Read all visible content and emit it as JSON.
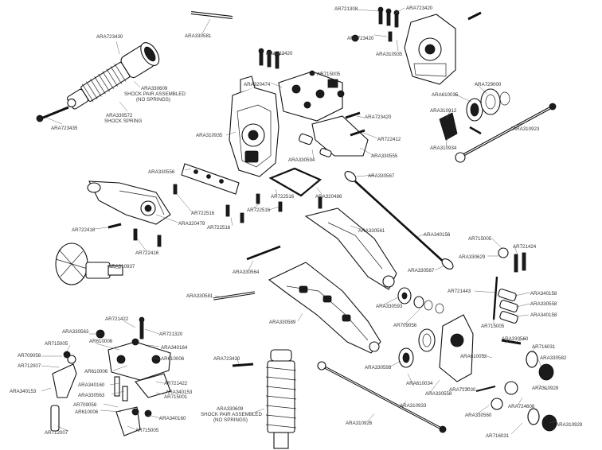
{
  "diagram": {
    "labels": [
      {
        "id": "l01",
        "text": "ARA330581"
      },
      {
        "id": "l02",
        "text": "ARA723430"
      },
      {
        "id": "l03",
        "text": "ARA330609"
      },
      {
        "id": "l04",
        "text": "SHOCK PAIR ASSEMBLED"
      },
      {
        "id": "l05",
        "text": "(NO SPRINGS)"
      },
      {
        "id": "l06",
        "text": "ARA330572"
      },
      {
        "id": "l07",
        "text": "SHOCK SPRING"
      },
      {
        "id": "l08",
        "text": "ARA723435"
      },
      {
        "id": "l09",
        "text": "ARA723420"
      },
      {
        "id": "l10",
        "text": "ARA320474"
      },
      {
        "id": "l11",
        "text": "AR715005"
      },
      {
        "id": "l12",
        "text": "ARA310935"
      },
      {
        "id": "l13",
        "text": "ARA723420"
      },
      {
        "id": "l14",
        "text": "AR722412"
      },
      {
        "id": "l15",
        "text": "ARA330555"
      },
      {
        "id": "l16",
        "text": "ARA330594"
      },
      {
        "id": "l17",
        "text": "AR721308"
      },
      {
        "id": "l18",
        "text": "ARA723420"
      },
      {
        "id": "l19",
        "text": "ARA723420"
      },
      {
        "id": "l20",
        "text": "ARA310935"
      },
      {
        "id": "l21",
        "text": "ARA729000"
      },
      {
        "id": "l22",
        "text": "ARA610035"
      },
      {
        "id": "l23",
        "text": "ARA310912"
      },
      {
        "id": "l24",
        "text": "ARA310934"
      },
      {
        "id": "l25",
        "text": "ARA310923"
      },
      {
        "id": "l26",
        "text": "ARA330556"
      },
      {
        "id": "l27",
        "text": "AR722516"
      },
      {
        "id": "l28",
        "text": "ARA320486"
      },
      {
        "id": "l29",
        "text": "ARA330567"
      },
      {
        "id": "l30",
        "text": "AR722516"
      },
      {
        "id": "l31",
        "text": "AR722516"
      },
      {
        "id": "l32",
        "text": "AR722516"
      },
      {
        "id": "l33",
        "text": "ARA320479"
      },
      {
        "id": "l34",
        "text": "AR722416"
      },
      {
        "id": "l35",
        "text": "AR722416"
      },
      {
        "id": "l36",
        "text": "ARA330561"
      },
      {
        "id": "l37",
        "text": "ARA340156"
      },
      {
        "id": "l38",
        "text": "ARA310937"
      },
      {
        "id": "l39",
        "text": "ARA330564"
      },
      {
        "id": "l40",
        "text": "AR715005"
      },
      {
        "id": "l41",
        "text": "AR721424"
      },
      {
        "id": "l42",
        "text": "ARA330629"
      },
      {
        "id": "l43",
        "text": "ARA330567"
      },
      {
        "id": "l44",
        "text": "AR721443"
      },
      {
        "id": "l45",
        "text": "ARA340158"
      },
      {
        "id": "l46",
        "text": "ARA330558"
      },
      {
        "id": "l47",
        "text": "ARA340158"
      },
      {
        "id": "l48",
        "text": "AR715005"
      },
      {
        "id": "l49",
        "text": "ARA330581"
      },
      {
        "id": "l50",
        "text": "ARA330593"
      },
      {
        "id": "l51",
        "text": "AR709056"
      },
      {
        "id": "l52",
        "text": "ARA330589"
      },
      {
        "id": "l53",
        "text": "ARA330560"
      },
      {
        "id": "l54",
        "text": "AR716031"
      },
      {
        "id": "l55",
        "text": "ARA330582"
      },
      {
        "id": "l56",
        "text": "AR721422"
      },
      {
        "id": "l57",
        "text": "AR721320"
      },
      {
        "id": "l58",
        "text": "ARA330563"
      },
      {
        "id": "l59",
        "text": "AR610006"
      },
      {
        "id": "l60",
        "text": "AR715005"
      },
      {
        "id": "l61",
        "text": "ARA340164"
      },
      {
        "id": "l62",
        "text": "AR709058"
      },
      {
        "id": "l63",
        "text": "AR610006"
      },
      {
        "id": "l64",
        "text": "AR712007"
      },
      {
        "id": "l65",
        "text": "AR610006"
      },
      {
        "id": "l66",
        "text": "AR721422"
      },
      {
        "id": "l67",
        "text": "ARA340160"
      },
      {
        "id": "l68",
        "text": "ARA340153"
      },
      {
        "id": "l69",
        "text": "ARA330563"
      },
      {
        "id": "l70",
        "text": "AR715001"
      },
      {
        "id": "l71",
        "text": "ARA340153"
      },
      {
        "id": "l72",
        "text": "AR709058"
      },
      {
        "id": "l73",
        "text": "AR610006"
      },
      {
        "id": "l74",
        "text": "ARA340160"
      },
      {
        "id": "l75",
        "text": "AR712007"
      },
      {
        "id": "l76",
        "text": "AR715005"
      },
      {
        "id": "l77",
        "text": "ARA723430"
      },
      {
        "id": "l78",
        "text": "ARA330609"
      },
      {
        "id": "l79",
        "text": "SHOCK PAIR ASSEMBLED"
      },
      {
        "id": "l80",
        "text": "(NO SPRINGS)"
      },
      {
        "id": "l81",
        "text": "ARA330593"
      },
      {
        "id": "l82",
        "text": "ARA610034"
      },
      {
        "id": "l83",
        "text": "ARA330558"
      },
      {
        "id": "l84",
        "text": "ARA713030"
      },
      {
        "id": "l85",
        "text": "ARA310933"
      },
      {
        "id": "l86",
        "text": "ARA310926"
      },
      {
        "id": "l87",
        "text": "ARA330560"
      },
      {
        "id": "l88",
        "text": "ARA610032"
      },
      {
        "id": "l89",
        "text": "ARA310928"
      },
      {
        "id": "l90",
        "text": "ARA724608"
      },
      {
        "id": "l91",
        "text": "AR716031"
      },
      {
        "id": "l92",
        "text": "ARA310929"
      }
    ]
  }
}
